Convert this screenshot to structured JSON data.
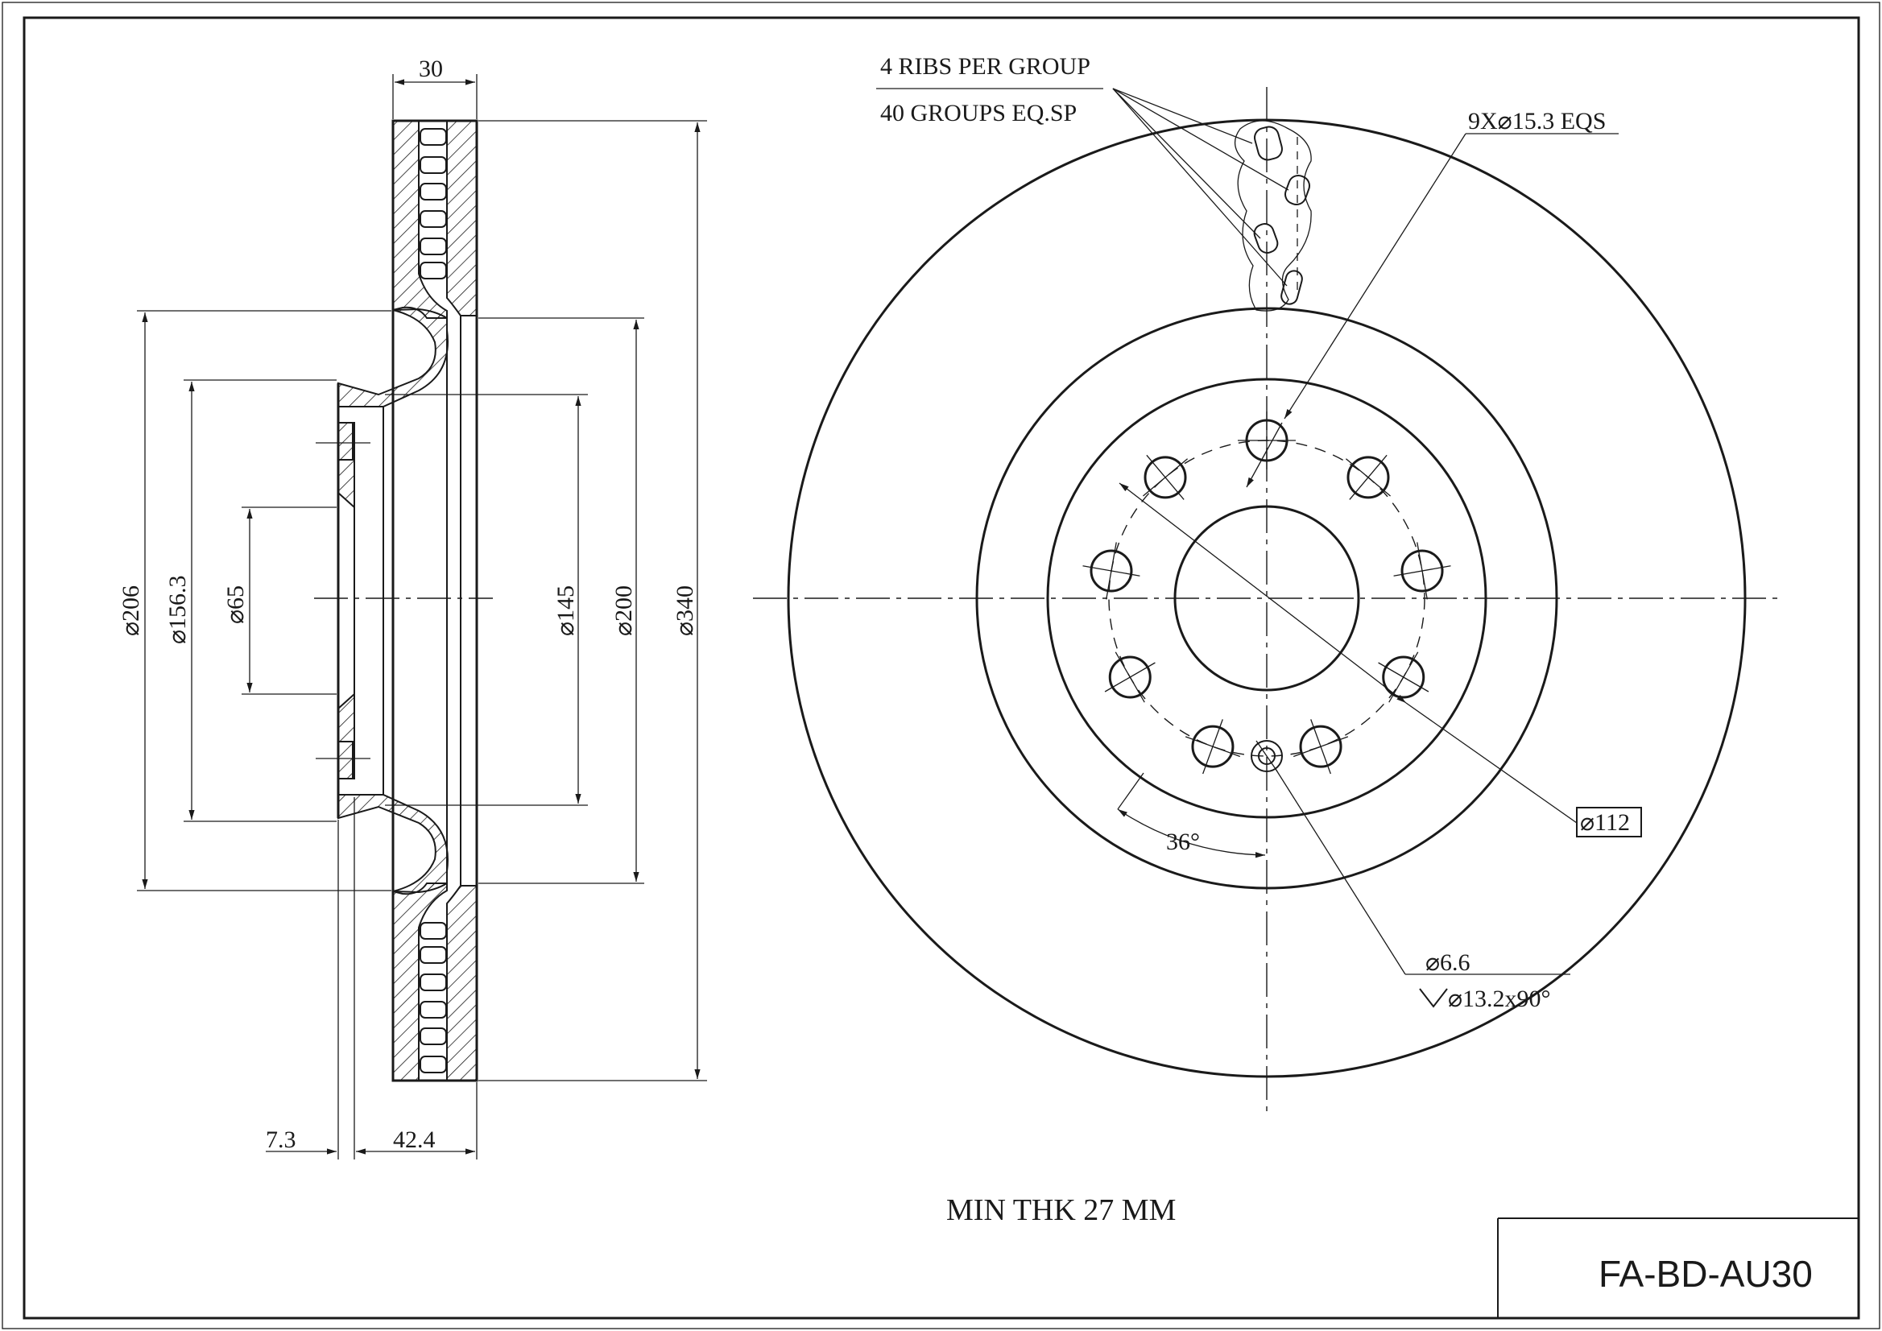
{
  "section_view": {
    "dim_width": "30",
    "dim_offset": "7.3",
    "dim_hat_depth": "42.4",
    "dia_206": "⌀206",
    "dia_156": "⌀156.3",
    "dia_65": "⌀65",
    "dia_145": "⌀145",
    "dia_200": "⌀200",
    "dia_340": "⌀340"
  },
  "front_view": {
    "ribs_line1": "4 RIBS PER GROUP",
    "ribs_line2": "40 GROUPS EQ.SP",
    "holes_label": "9X⌀15.3 EQS",
    "pcd_label": "⌀112",
    "angle_label": "36°",
    "small_hole_label": "⌀6.6",
    "countersink_label": "⌀13.2x90°"
  },
  "notes": {
    "min_thickness": "MIN THK 27 MM"
  },
  "title_block": {
    "part_number": "FA-BD-AU30"
  }
}
